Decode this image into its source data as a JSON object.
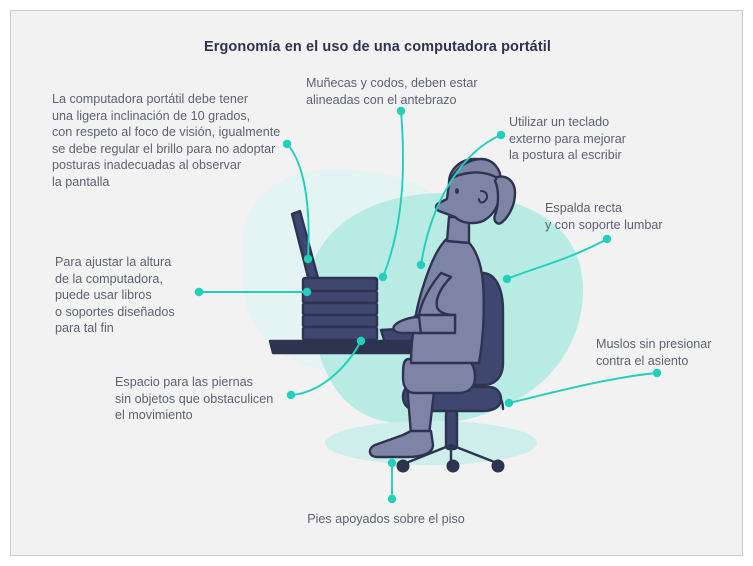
{
  "document": {
    "title": "Ergonomía en el uso de una computadora portátil",
    "background_color": "#f2f2f3",
    "border_color": "#c9ccd2",
    "title_color": "#2e3350",
    "text_color": "#5c6373",
    "accent_color": "#21cfbb",
    "blob_color_light": "#e2f4f2",
    "blob_color_strong": "#b8ebe5",
    "figure_fill": "#7d84a6",
    "figure_outline": "#2e3350",
    "furniture_fill": "#3f4670"
  },
  "callouts": [
    {
      "id": "screen",
      "name": "callout-screen-tilt",
      "text": "La computadora portátil debe tener\nuna ligera inclinación de 10 grados,\ncon respeto al foco de visión, igualmente\nse debe regular el brillo para no adoptar\nposturas inadecuadas al observar\nla pantalla"
    },
    {
      "id": "wrists",
      "name": "callout-wrists-elbows",
      "text": "Muñecas y codos, deben estar\nalineadas con el antebrazo"
    },
    {
      "id": "keyboard",
      "name": "callout-external-keyboard",
      "text": "Utilizar un teclado\nexterno para mejorar\nla postura al escribir"
    },
    {
      "id": "back",
      "name": "callout-straight-back",
      "text": "Espalda recta\ny con soporte lumbar"
    },
    {
      "id": "height",
      "name": "callout-adjust-height",
      "text": "Para ajustar la altura\nde la computadora,\npuede usar libros\no soportes diseñados\npara tal fin"
    },
    {
      "id": "thighs",
      "name": "callout-thighs-pressure",
      "text": "Muslos sin presionar\ncontra el asiento"
    },
    {
      "id": "legs",
      "name": "callout-leg-space",
      "text": "Espacio para las piernas\nsin objetos que obstaculicen\nel movimiento"
    },
    {
      "id": "feet",
      "name": "callout-feet-on-floor",
      "text": "Pies apoyados sobre el piso"
    }
  ],
  "illustration": {
    "name": "woman-seated-at-desk-with-laptop-on-books",
    "elements": [
      "laptop",
      "stack-of-books",
      "desk",
      "external-keyboard",
      "office-chair",
      "lumbar-support",
      "seated-person"
    ]
  }
}
